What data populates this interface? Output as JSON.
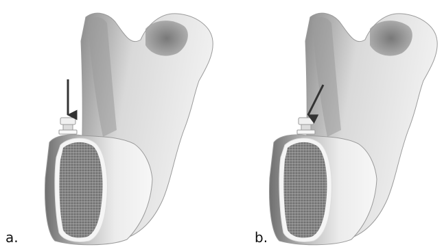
{
  "figure": {
    "panels": [
      {
        "id": "a",
        "label": "a.",
        "arrow_direction": "vertical"
      },
      {
        "id": "b",
        "label": "b.",
        "arrow_direction": "oblique"
      }
    ]
  },
  "colors": {
    "background": "#ffffff",
    "bone_light": "#e6e6e6",
    "bone_shade": "#8a8a8a",
    "cancellous_section": "#7a7a7a",
    "cortical_rim": "#f5f5f5",
    "arrow": "#333333"
  }
}
